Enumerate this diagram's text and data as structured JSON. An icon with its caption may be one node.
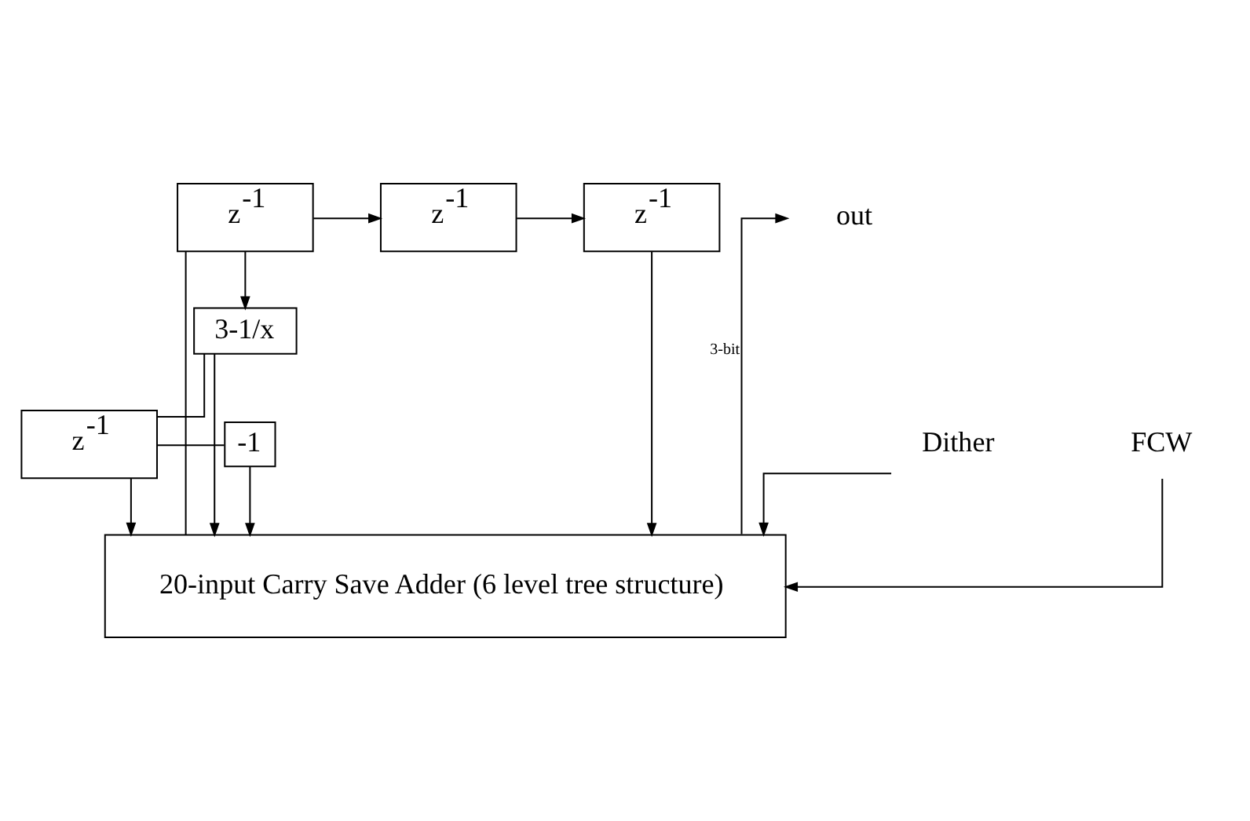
{
  "diagram": {
    "nodes": [
      {
        "text": [
          "z$^{-1}$"
        ]
      },
      {
        "text": [
          "z$^{-1}$"
        ]
      },
      {
        "text": [
          "z$^{-1}$"
        ]
      },
      {
        "text": [
          "3-1/x"
        ]
      },
      {
        "text": [
          "z$^{-1}$"
        ]
      },
      {
        "text": [
          "-1"
        ]
      },
      {
        "text": [
          "20-input Carry Save Adder (6 level tree structure)"
        ]
      },
      {
        "text": [
          "out"
        ]
      },
      {
        "text": [
          "Dither"
        ]
      },
      {
        "text": [
          "FCW"
        ]
      }
    ],
    "edges": [
      {
        "from": 0,
        "to": 1,
        "arrow": "to"
      },
      {
        "from": 1,
        "to": 2,
        "arrow": "to"
      },
      {
        "from": 0,
        "to": 3,
        "arrow": "to"
      },
      {
        "from": 3,
        "to": 6,
        "arrow": "to"
      },
      {
        "from": 3,
        "to": 4,
        "arrow": "none"
      },
      {
        "from": 4,
        "to": 5,
        "arrow": "none"
      },
      {
        "from": 4,
        "to": 6,
        "arrow": "to"
      },
      {
        "from": 5,
        "to": 6,
        "arrow": "to"
      },
      {
        "from": 2,
        "to": 6,
        "arrow": "to"
      },
      {
        "from": 8,
        "to": 6,
        "arrow": "to"
      },
      {
        "from": 9,
        "to": 6,
        "arrow": "to"
      },
      {
        "from": 6,
        "to": 7,
        "arrow": "to",
        "label": "3-bit"
      },
      {
        "from": 6,
        "to": 0,
        "arrow": "none"
      }
    ]
  }
}
